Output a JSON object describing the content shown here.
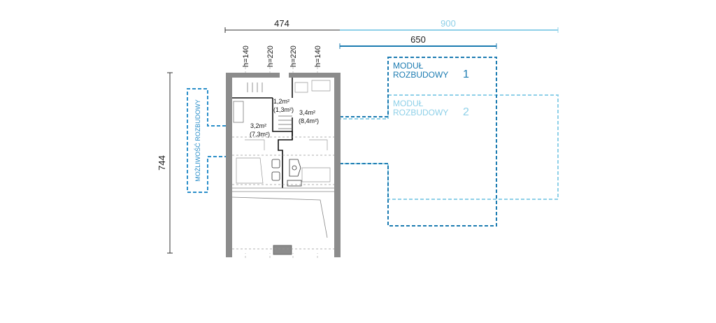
{
  "dimensions": {
    "width_total": "474",
    "width_extension_1": "650",
    "width_extension_2": "900",
    "length_total": "744"
  },
  "window_heights": [
    "h=140",
    "h=220",
    "h=220",
    "h=140"
  ],
  "rooms": [
    {
      "area": "1,2m²",
      "area_total": "(1,3m²)"
    },
    {
      "area": "3,4m²",
      "area_total": "(8,4m²)"
    },
    {
      "area": "3,2m²",
      "area_total": "(7,3m²)"
    }
  ],
  "modules": {
    "module_1": {
      "line1": "MODUŁ",
      "line2": "ROZBUDOWY",
      "number": "1"
    },
    "module_2": {
      "line1": "MODUŁ",
      "line2": "ROZBUDOWY",
      "number": "2"
    },
    "side_possibility": "MOŻLIWOŚĆ ROZBUDOWY"
  },
  "colors": {
    "dimension_line": "#333333",
    "module_1": "#1b7bb1",
    "module_2": "#8ed0e8",
    "wall": "#8c8c8c",
    "side_module": "#2a8ec9"
  }
}
